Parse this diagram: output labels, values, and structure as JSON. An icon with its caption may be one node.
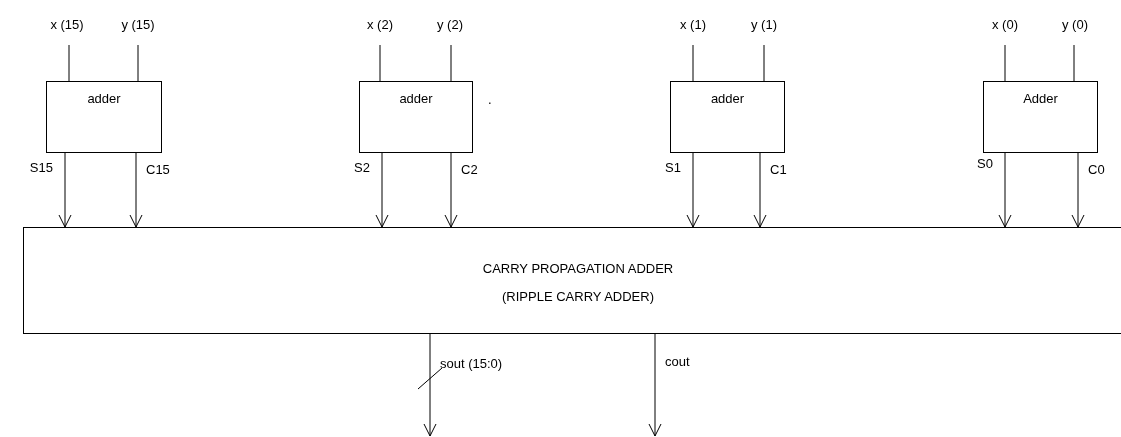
{
  "diagram": {
    "nodes": [
      {
        "text": [
          "x (15)"
        ]
      },
      {
        "text": [
          "y (15)"
        ]
      },
      {
        "text": [
          "x (2)"
        ]
      },
      {
        "text": [
          "y (2)"
        ]
      },
      {
        "text": [
          "x (1)"
        ]
      },
      {
        "text": [
          "y (1)"
        ]
      },
      {
        "text": [
          "x (0)"
        ]
      },
      {
        "text": [
          "y (0)"
        ]
      },
      {
        "text": [
          "adder"
        ]
      },
      {
        "text": [
          "adder"
        ]
      },
      {
        "text": [
          "adder"
        ]
      },
      {
        "text": [
          "Adder"
        ]
      },
      {
        "text": [
          "CARRY PROPAGATION ADDER",
          "(RIPPLE CARRY ADDER)"
        ]
      }
    ],
    "edges": [
      {
        "from": 0,
        "to": 8,
        "arrow": "none"
      },
      {
        "from": 1,
        "to": 8,
        "arrow": "none"
      },
      {
        "from": 2,
        "to": 9,
        "arrow": "none"
      },
      {
        "from": 3,
        "to": 9,
        "arrow": "none"
      },
      {
        "from": 4,
        "to": 10,
        "arrow": "none"
      },
      {
        "from": 5,
        "to": 10,
        "arrow": "none"
      },
      {
        "from": 6,
        "to": 11,
        "arrow": "none"
      },
      {
        "from": 7,
        "to": 11,
        "arrow": "none"
      },
      {
        "from": 8,
        "to": 12,
        "arrow": "to",
        "label": "S15"
      },
      {
        "from": 8,
        "to": 12,
        "arrow": "to",
        "label": "C15"
      },
      {
        "from": 9,
        "to": 12,
        "arrow": "to",
        "label": "S2"
      },
      {
        "from": 9,
        "to": 12,
        "arrow": "to",
        "label": "C2"
      },
      {
        "from": 10,
        "to": 12,
        "arrow": "to",
        "label": "S1"
      },
      {
        "from": 10,
        "to": 12,
        "arrow": "to",
        "label": "C1"
      },
      {
        "from": 11,
        "to": 12,
        "arrow": "to",
        "label": "S0"
      },
      {
        "from": 11,
        "to": 12,
        "arrow": "to",
        "label": "C0"
      },
      {
        "from": 12,
        "to": null,
        "arrow": "to",
        "label": "sout (15:0)"
      },
      {
        "from": 12,
        "to": null,
        "arrow": "to",
        "label": "cout"
      }
    ],
    "labels": [
      "."
    ]
  }
}
